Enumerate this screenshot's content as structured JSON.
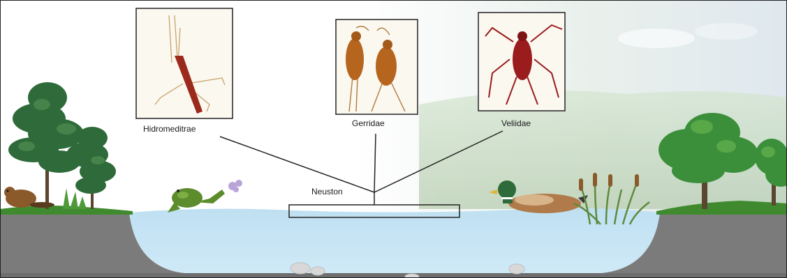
{
  "diagram": {
    "insects": [
      {
        "label": "Hidromeditrae",
        "icon": "water-measurer-photo"
      },
      {
        "label": "Gerridae",
        "icon": "water-strider-photo"
      },
      {
        "label": "Veliidae",
        "icon": "riffle-bug-photo"
      }
    ],
    "zone_label": "Neuston",
    "colors": {
      "water": "#c5e3f3",
      "soil": "#7a7a7a",
      "grass": "#3f8a2f",
      "sky_haze": "#e6eeea",
      "insect_brown": "#b5651d",
      "insect_red": "#9a1c1c"
    }
  }
}
